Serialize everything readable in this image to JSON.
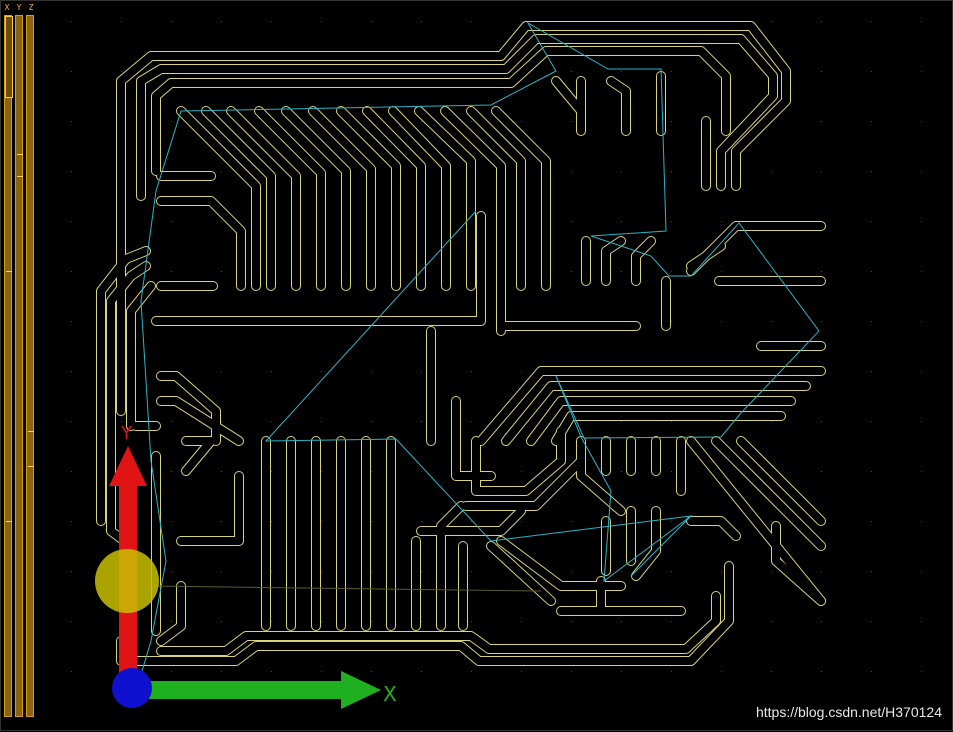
{
  "axis_bar_labels": [
    "X",
    "Y",
    "Z"
  ],
  "gizmo": {
    "x_label": "X",
    "y_label": "Y",
    "x_color": "#1fb01f",
    "y_color": "#e01414",
    "origin_color": "#1010d0",
    "handle_color": "#c8c000"
  },
  "colors": {
    "trace": "#d8d27a",
    "ratsnest": "#2ab4c8",
    "background": "#000000",
    "zbar": "#d79a1c"
  },
  "watermark": "https://blog.csdn.net/H370124"
}
